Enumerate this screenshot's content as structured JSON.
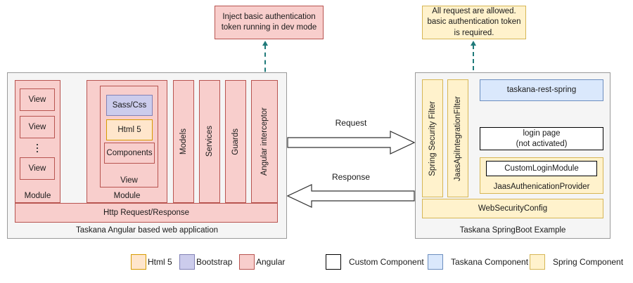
{
  "callouts": {
    "left": "Inject basic authentication token running in dev mode",
    "right": "All request are allowed. basic authentication token is required."
  },
  "left_panel": {
    "caption": "Taskana Angular based web application",
    "module_a": {
      "caption": "Module",
      "views": [
        "View",
        "View",
        "View"
      ]
    },
    "separator": "- - -",
    "module_b": {
      "caption": "Module",
      "view_caption": "View",
      "items": [
        "Sass/Css",
        "Html 5",
        "Components"
      ]
    },
    "columns": [
      "Models",
      "Services",
      "Guards",
      "Angular interceptor"
    ],
    "http_bar": "Http Request/Response"
  },
  "arrows": {
    "request": "Request",
    "response": "Response"
  },
  "right_panel": {
    "caption": "Taskana SpringBoot Example",
    "filters": [
      "Spring Security Filter",
      "JaasApiIntegrationFilter"
    ],
    "rest": "taskana-rest-spring",
    "login_page": "login page\n(not activated)",
    "login_page_line1": "login page",
    "login_page_line2": "(not activated)",
    "custom_login_module": "CustomLoginModule",
    "jaas_provider": "JaasAuthenicationProvider",
    "web_security_config": "WebSecurityConfig"
  },
  "legend": [
    {
      "label": "Html 5",
      "style": "html5",
      "tight": true
    },
    {
      "label": "Bootstrap",
      "style": "bootstrap",
      "tight": true
    },
    {
      "label": "Angular",
      "style": "angular",
      "tight": true
    },
    {
      "label": "Custom Component",
      "style": "custom",
      "tight": false
    },
    {
      "label": "Taskana Component",
      "style": "taskana",
      "tight": false
    },
    {
      "label": "Spring Component",
      "style": "spring",
      "tight": false
    }
  ],
  "colors": {
    "angular_fill": "#f8cecc",
    "angular_stroke": "#b85450",
    "html5_fill": "#ffe6cc",
    "html5_stroke": "#d79b00",
    "bootstrap_fill": "#ccccec",
    "bootstrap_stroke": "#8282b6",
    "spring_fill": "#fff2cc",
    "spring_stroke": "#d6b656",
    "taskana_fill": "#dae8fc",
    "taskana_stroke": "#6c8ebf",
    "panel_fill": "#f5f5f5",
    "panel_stroke": "#9a9a9a",
    "connector": "#1f7a7a"
  }
}
